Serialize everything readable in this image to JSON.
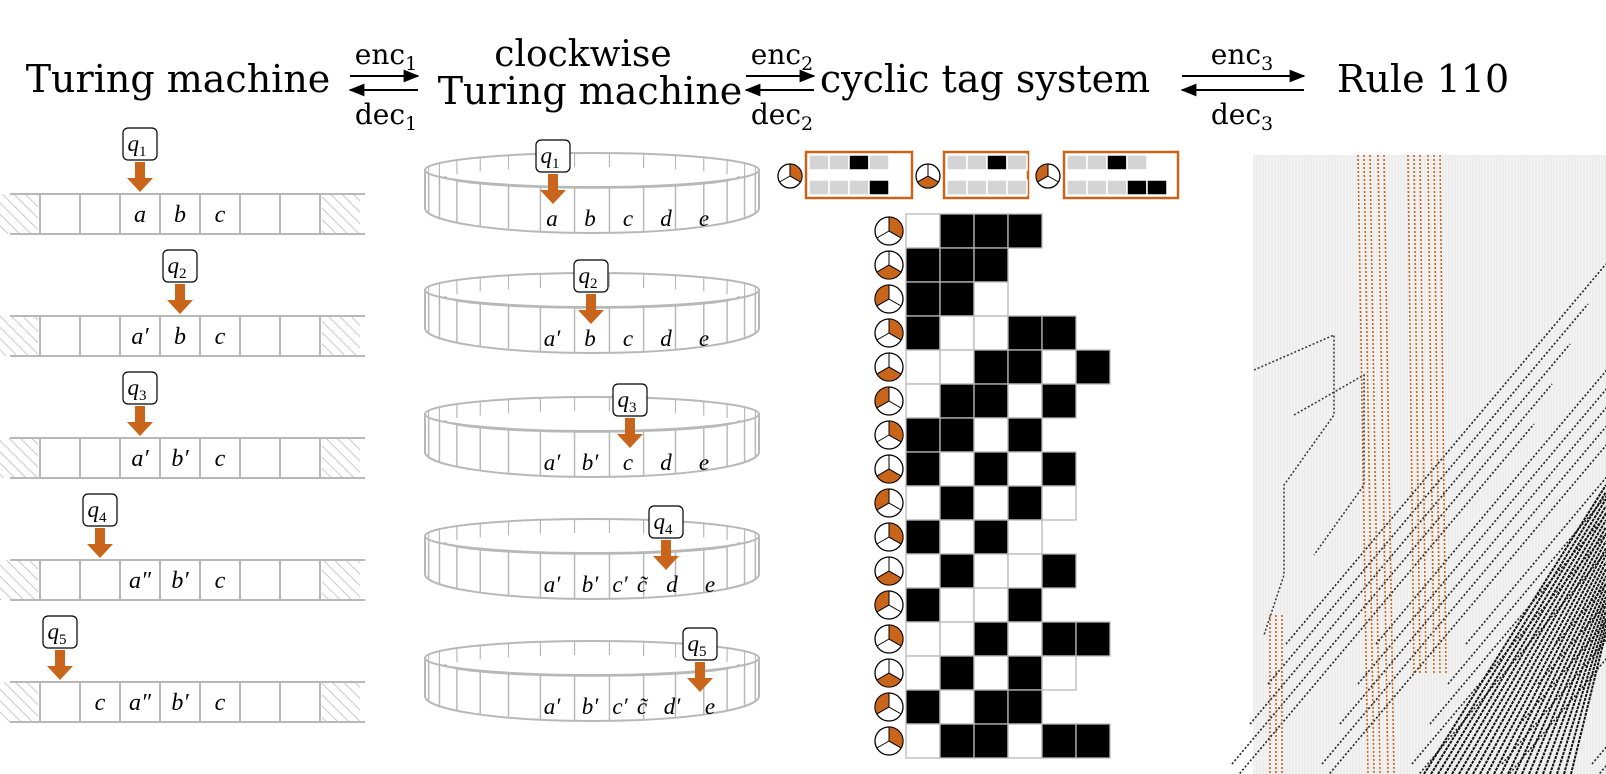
{
  "titles": {
    "tm": "Turing machine",
    "cw_line1": "clockwise",
    "cw_line2": "Turing machine",
    "cts": "cyclic tag system",
    "r110": "Rule 110"
  },
  "arrows": [
    {
      "top": "enc",
      "top_sub": "1",
      "bottom": "dec",
      "bottom_sub": "1"
    },
    {
      "top": "enc",
      "top_sub": "2",
      "bottom": "dec",
      "bottom_sub": "2"
    },
    {
      "top": "enc",
      "top_sub": "3",
      "bottom": "dec",
      "bottom_sub": "3"
    }
  ],
  "turing_machine": {
    "rows": [
      {
        "state": "q",
        "state_sub": "1",
        "head_cell": 3,
        "cells": [
          "",
          "",
          "",
          "a",
          "b",
          "c",
          "",
          "",
          ""
        ]
      },
      {
        "state": "q",
        "state_sub": "2",
        "head_cell": 4,
        "cells": [
          "",
          "",
          "",
          "a′",
          "b",
          "c",
          "",
          "",
          ""
        ]
      },
      {
        "state": "q",
        "state_sub": "3",
        "head_cell": 3,
        "cells": [
          "",
          "",
          "",
          "a′",
          "b′",
          "c",
          "",
          "",
          ""
        ]
      },
      {
        "state": "q",
        "state_sub": "4",
        "head_cell": 2,
        "cells": [
          "",
          "",
          "",
          "a″",
          "b′",
          "c",
          "",
          "",
          ""
        ]
      },
      {
        "state": "q",
        "state_sub": "5",
        "head_cell": 1,
        "cells": [
          "",
          "",
          "c",
          "a″",
          "b′",
          "c",
          "",
          "",
          ""
        ]
      }
    ]
  },
  "clockwise_tm": {
    "rows": [
      {
        "state": "q",
        "state_sub": "1",
        "head_cell": 0,
        "cells": [
          "a",
          "b",
          "c",
          "d",
          "e"
        ]
      },
      {
        "state": "q",
        "state_sub": "2",
        "head_cell": 1,
        "cells": [
          "a′",
          "b",
          "c",
          "d",
          "e"
        ]
      },
      {
        "state": "q",
        "state_sub": "3",
        "head_cell": 2,
        "cells": [
          "a′",
          "b′",
          "c",
          "d",
          "e"
        ]
      },
      {
        "state": "q",
        "state_sub": "4",
        "head_cell": 3,
        "cells": [
          "a′",
          "b′",
          "c′",
          "c̃",
          "d",
          "e"
        ]
      },
      {
        "state": "q",
        "state_sub": "5",
        "head_cell": 4,
        "cells": [
          "a′",
          "b′",
          "c′",
          "c̃",
          "d′",
          "e"
        ]
      }
    ]
  },
  "cyclic_tag": {
    "appendants": [
      {
        "phase": 0,
        "top": [
          0,
          0,
          1,
          0
        ],
        "bottom": [
          0,
          0,
          0,
          1
        ]
      },
      {
        "phase": 1,
        "top": [
          0,
          0,
          1,
          0
        ],
        "bottom": [
          0,
          0,
          0,
          0
        ]
      },
      {
        "phase": 2,
        "top": [
          0,
          0,
          1,
          0
        ],
        "bottom": [
          0,
          0,
          0,
          1,
          1
        ]
      }
    ],
    "rows": [
      {
        "phase": 0,
        "cells": [
          0,
          1,
          1,
          1
        ]
      },
      {
        "phase": 1,
        "cells": [
          1,
          1,
          1
        ]
      },
      {
        "phase": 2,
        "cells": [
          1,
          1,
          0
        ]
      },
      {
        "phase": 0,
        "cells": [
          1,
          0,
          0,
          1,
          1
        ]
      },
      {
        "phase": 1,
        "cells": [
          0,
          0,
          1,
          1,
          0,
          1
        ]
      },
      {
        "phase": 2,
        "cells": [
          0,
          1,
          1,
          0,
          1
        ]
      },
      {
        "phase": 0,
        "cells": [
          1,
          1,
          0,
          1
        ]
      },
      {
        "phase": 1,
        "cells": [
          1,
          0,
          1,
          0,
          1
        ]
      },
      {
        "phase": 2,
        "cells": [
          0,
          1,
          0,
          1,
          0
        ]
      },
      {
        "phase": 0,
        "cells": [
          1,
          0,
          1,
          0
        ]
      },
      {
        "phase": 1,
        "cells": [
          0,
          1,
          0,
          0,
          1
        ]
      },
      {
        "phase": 2,
        "cells": [
          1,
          0,
          0,
          1
        ]
      },
      {
        "phase": 0,
        "cells": [
          0,
          0,
          1,
          0,
          1,
          1
        ]
      },
      {
        "phase": 1,
        "cells": [
          0,
          1,
          0,
          1,
          0
        ]
      },
      {
        "phase": 2,
        "cells": [
          1,
          0,
          1,
          1
        ]
      },
      {
        "phase": 0,
        "cells": [
          0,
          1,
          1,
          0,
          1,
          1
        ]
      }
    ]
  },
  "colors": {
    "orange": "#c8651b",
    "grid": "#b8b8b8",
    "black": "#000000",
    "light_gray": "#d4d4d4"
  }
}
